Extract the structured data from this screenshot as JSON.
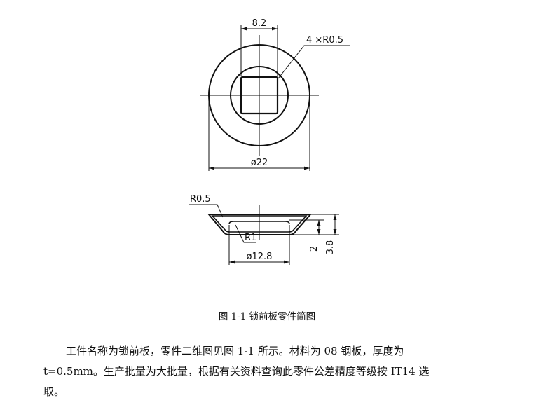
{
  "figure": {
    "top_view": {
      "square_width_dim": "8.2",
      "corner_radius_note": "4 ×R0.5",
      "outer_diameter_dim": "ø22"
    },
    "section_view": {
      "flange_radius_note": "R0.5",
      "inner_radius_note": "R1",
      "inner_diameter_dim": "ø12.8",
      "depth_dim": "2",
      "total_height_dim": "3.8"
    },
    "caption": "图 1-1  锁前板零件简图"
  },
  "paragraph": {
    "line1": "工件名称为锁前板，零件二维图见图 1-1 所示。材料为 08 钢板，厚度为",
    "line2": "t=0.5mm。生产批量为大批量，根据有关资料查询此零件公差精度等级按 IT14 选",
    "line3": "取。"
  }
}
